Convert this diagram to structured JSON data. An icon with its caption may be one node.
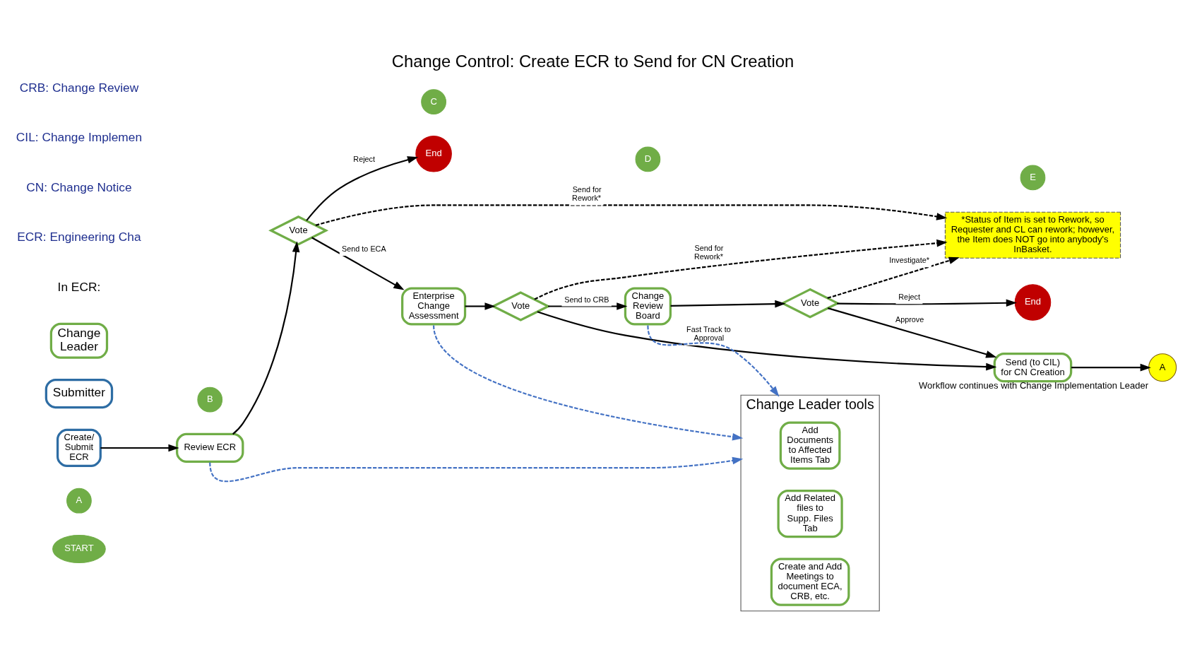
{
  "diagram": {
    "title": "Change Control: Create ECR to Send for CN Creation",
    "nodes": [
      {
        "text": [
          "START"
        ]
      },
      {
        "text": [
          "A"
        ]
      },
      {
        "text": [
          "Create/ Submit ECR"
        ]
      },
      {
        "text": [
          "Review ECR"
        ]
      },
      {
        "text": [
          "B"
        ]
      },
      {
        "text": [
          "Vote"
        ]
      },
      {
        "text": [
          "End"
        ]
      },
      {
        "text": [
          "*Status of Item is set to Rework, so Requester and CL can rework; however, the Item does NOT go into anybody's InBasket."
        ]
      },
      {
        "text": [
          "Enterprise Change Assessment"
        ]
      },
      {
        "text": [
          "C"
        ]
      },
      {
        "text": [
          "Vote"
        ]
      },
      {
        "text": [
          "D"
        ]
      },
      {
        "text": [
          "Change Review Board"
        ]
      },
      {
        "text": [
          "Vote"
        ]
      },
      {
        "text": [
          "End"
        ]
      },
      {
        "text": [
          "E"
        ]
      },
      {
        "text": [
          "Send (to CIL) for CN Creation"
        ]
      },
      {
        "text": [
          "A"
        ],
        "beside": [
          "Workflow continues with Change Implementation Leader"
        ]
      },
      {
        "text": [
          "Change Leader tools"
        ]
      },
      {
        "text": [
          "Add Documents to Affected Items Tab"
        ],
        "in": 18
      },
      {
        "text": [
          "Add Related files to Supp. Files Tab"
        ],
        "in": 18
      },
      {
        "text": [
          "Create and Add Meetings to document ECA, CRB, etc."
        ],
        "in": 18
      },
      {
        "text": [
          "Submitter"
        ]
      },
      {
        "text": [
          "Change Leader"
        ]
      }
    ],
    "edges": [
      {
        "from": 2,
        "to": 3,
        "arrow": "to"
      },
      {
        "from": 3,
        "to": 5,
        "arrow": "to"
      },
      {
        "from": 5,
        "to": 7,
        "arrow": "to",
        "label": "Send for Rework*",
        "style": "dashed"
      },
      {
        "from": 5,
        "to": 8,
        "arrow": "to",
        "label": "Send to ECA"
      },
      {
        "from": 5,
        "to": 6,
        "arrow": "to",
        "label": "Reject"
      },
      {
        "from": 8,
        "to": 10,
        "arrow": "to"
      },
      {
        "from": 10,
        "to": 7,
        "arrow": "to",
        "label": "Send for Rework*",
        "style": "dashed"
      },
      {
        "from": 10,
        "to": 16,
        "arrow": "to",
        "label": "Fast Track to Approval"
      },
      {
        "from": 10,
        "to": 12,
        "arrow": "to",
        "label": "Send to CRB"
      },
      {
        "from": 12,
        "to": 13,
        "arrow": "to"
      },
      {
        "from": 13,
        "to": 7,
        "arrow": "to",
        "label": "Investigate*",
        "style": "dashed"
      },
      {
        "from": 13,
        "to": 16,
        "arrow": "to",
        "label": "Approve"
      },
      {
        "from": 13,
        "to": 14,
        "arrow": "to",
        "label": "Reject"
      },
      {
        "from": 16,
        "to": 17,
        "arrow": "to"
      },
      {
        "from": 3,
        "to": 18,
        "arrow": "to",
        "style": "dashed",
        "color": "#4472c4"
      },
      {
        "from": 8,
        "to": 18,
        "arrow": "to",
        "style": "dashed",
        "color": "#4472c4"
      },
      {
        "from": 12,
        "to": 18,
        "arrow": "to",
        "style": "dashed",
        "color": "#4472c4"
      }
    ],
    "labels": [
      "In ECR:",
      "ECR: Engineering Cha",
      "CN: Change Notice",
      "CIL: Change Implemen",
      "CRB: Change Review"
    ]
  }
}
